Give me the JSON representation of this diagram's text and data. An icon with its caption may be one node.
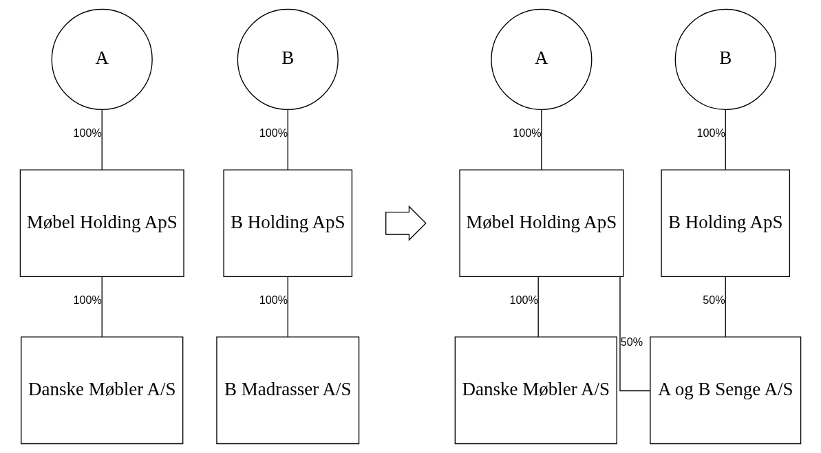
{
  "diagram": {
    "nodes": [
      {
        "text": [
          "A"
        ]
      },
      {
        "text": [
          "B"
        ]
      },
      {
        "text": [
          "Møbel Holding ApS"
        ]
      },
      {
        "text": [
          "B Holding ApS"
        ]
      },
      {
        "text": [
          "Danske Møbler A/S"
        ]
      },
      {
        "text": [
          "B Madrasser A/S"
        ]
      },
      {
        "text": [],
        "shape": "arrow"
      },
      {
        "text": [
          "A"
        ]
      },
      {
        "text": [
          "B"
        ]
      },
      {
        "text": [
          "Møbel Holding ApS"
        ]
      },
      {
        "text": [
          "B Holding ApS"
        ]
      },
      {
        "text": [
          "Danske Møbler A/S"
        ]
      },
      {
        "text": [
          "A og B Senge A/S"
        ]
      }
    ],
    "edges": [
      {
        "from": 0,
        "to": 2,
        "arrow": "none",
        "label": "100%"
      },
      {
        "from": 1,
        "to": 3,
        "arrow": "none",
        "label": "100%"
      },
      {
        "from": 2,
        "to": 4,
        "arrow": "none",
        "label": "100%"
      },
      {
        "from": 3,
        "to": 5,
        "arrow": "none",
        "label": "100%"
      },
      {
        "from": 7,
        "to": 9,
        "arrow": "none",
        "label": "100%"
      },
      {
        "from": 8,
        "to": 10,
        "arrow": "none",
        "label": "100%"
      },
      {
        "from": 9,
        "to": 11,
        "arrow": "none",
        "label": "100%"
      },
      {
        "from": 9,
        "to": 12,
        "arrow": "none",
        "label": "50%"
      },
      {
        "from": 10,
        "to": 12,
        "arrow": "none",
        "label": "50%"
      }
    ]
  }
}
